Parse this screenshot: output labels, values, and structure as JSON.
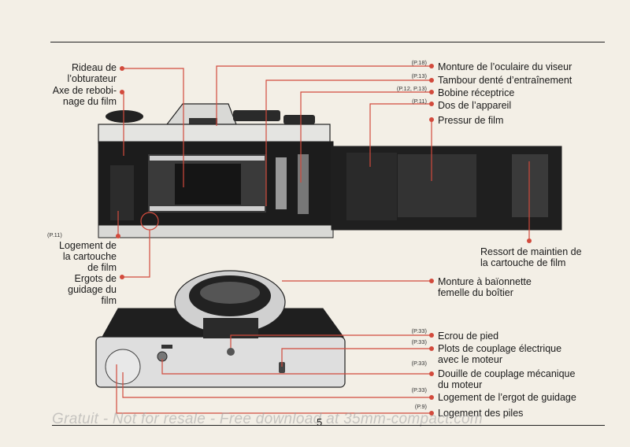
{
  "page_number": "5",
  "watermark": "Gratuit - Not for resale - Free download at 35mm-compact.com",
  "top_view": {
    "left_labels": {
      "rideau": [
        "Rideau de",
        "l’obturateur"
      ],
      "axe": [
        "Axe de rebobi-",
        "nage du film"
      ],
      "logement_cartouche_ref": "(P.11)",
      "logement_cartouche": [
        "Logement de",
        "la cartouche",
        "de film"
      ],
      "ergots": [
        "Ergots de",
        "guidage du",
        "film"
      ]
    },
    "right_labels": [
      {
        "ref": "(P.18)",
        "text": "Monture de l’oculaire du viseur"
      },
      {
        "ref": "(P.13)",
        "text": "Tambour denté d’entraînement"
      },
      {
        "ref": "(P.12, P.13)",
        "text": "Bobine réceptrice"
      },
      {
        "ref": "(P.11)",
        "text": "Dos de l’appareil"
      },
      {
        "ref": "",
        "text": "Pressur de film"
      }
    ],
    "ressort": [
      "Ressort de maintien de",
      "la cartouche de film"
    ]
  },
  "bottom_view": {
    "monture": [
      "Monture à baïonnette",
      "femelle du boîtier"
    ],
    "right_labels": [
      {
        "ref": "(P.33)",
        "lines": [
          "Ecrou de pied"
        ]
      },
      {
        "ref": "(P.33)",
        "lines": [
          "Plots de couplage électrique",
          "avec le moteur"
        ]
      },
      {
        "ref": "(P.33)",
        "lines": [
          "Douille de couplage mécanique",
          "du moteur"
        ]
      },
      {
        "ref": "(P.33)",
        "lines": [
          "Logement de l’ergot de guidage"
        ]
      },
      {
        "ref": "(P.9)",
        "lines": [
          "Logement des piles"
        ]
      }
    ]
  },
  "colors": {
    "leader": "#d24a3c",
    "ink": "#1a1a1a",
    "paper": "#f3efe6"
  }
}
